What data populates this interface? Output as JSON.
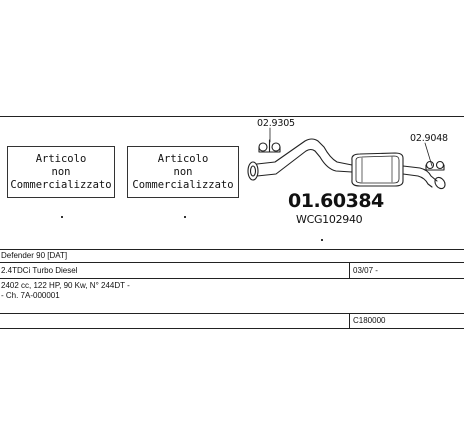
{
  "boxes": [
    {
      "line1": "Articolo",
      "line2": "non",
      "line3": "Commercializzato"
    },
    {
      "line1": "Articolo",
      "line2": "non",
      "line3": "Commercializzato"
    }
  ],
  "diagram": {
    "part_left": "02.9305",
    "part_right": "02.9048",
    "main_code": "01.60384",
    "sub_code": "WCG102940"
  },
  "info": {
    "model": "Defender 90 [DAT]",
    "engine": "2.4TDCi Turbo Diesel",
    "date": "03/07 -",
    "specs": "2402 cc, 122 HP, 90 Kw, N° 244DT -",
    "chassis": "- Ch. 7A-000001",
    "code_ref": "C180000"
  }
}
